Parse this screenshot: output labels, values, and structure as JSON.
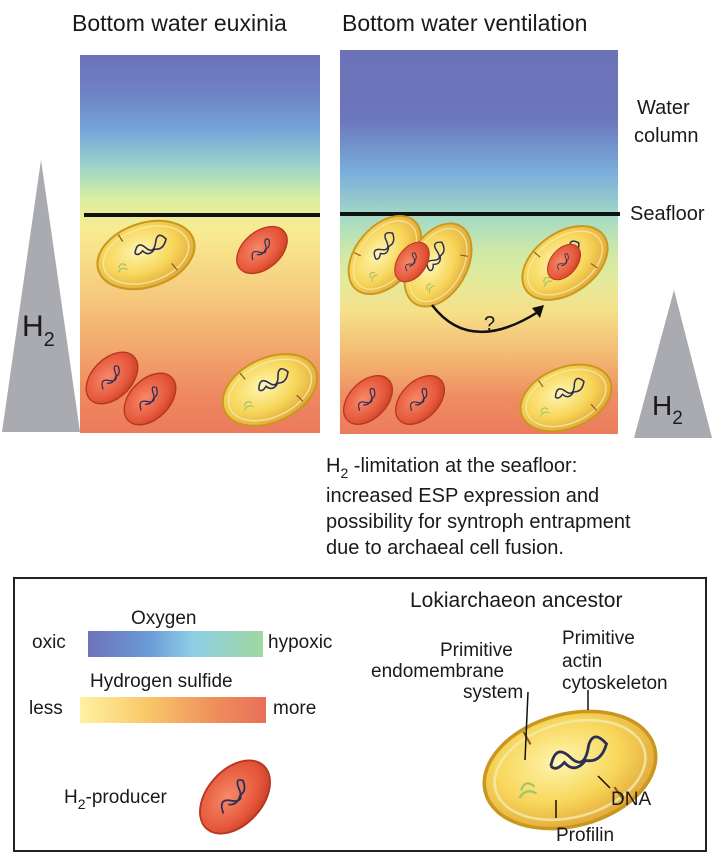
{
  "titles": {
    "left": "Bottom water euxinia",
    "right": "Bottom water ventilation"
  },
  "labels": {
    "water_column_1": "Water",
    "water_column_2": "column",
    "seafloor": "Seafloor",
    "h2_main": "H",
    "h2_sub": "2",
    "question": "?"
  },
  "caption": {
    "line1_h": "H",
    "line1_sub": "2",
    "line1_rest": " -limitation at the seafloor:",
    "line2": " increased ESP expression and",
    "line3": "possibility for syntroph entrapment",
    "line4": "due to archaeal cell fusion."
  },
  "legend": {
    "oxygen_title": "Oxygen",
    "oxic": "oxic",
    "hypoxic": "hypoxic",
    "h2s_title": "Hydrogen sulfide",
    "less": "less",
    "more": "more",
    "producer_h": "H",
    "producer_sub": "2",
    "producer_rest": "-producer",
    "lokiarchaeon_title": "Lokiarchaeon ancestor",
    "endo_1": "Primitive",
    "endo_2": "endomembrane",
    "endo_3": "system",
    "actin_1": "Primitive",
    "actin_2": "actin",
    "actin_3": "cytoskeleton",
    "dna": "DNA",
    "profilin": "Profilin"
  },
  "colors": {
    "archaeon_fill": "#f7d65a",
    "archaeon_edge": "#c9961e",
    "producer_fill": "#e8573a",
    "producer_edge": "#b8351f",
    "triangle": "#a9abb0",
    "seafloor_line": "#111111"
  }
}
